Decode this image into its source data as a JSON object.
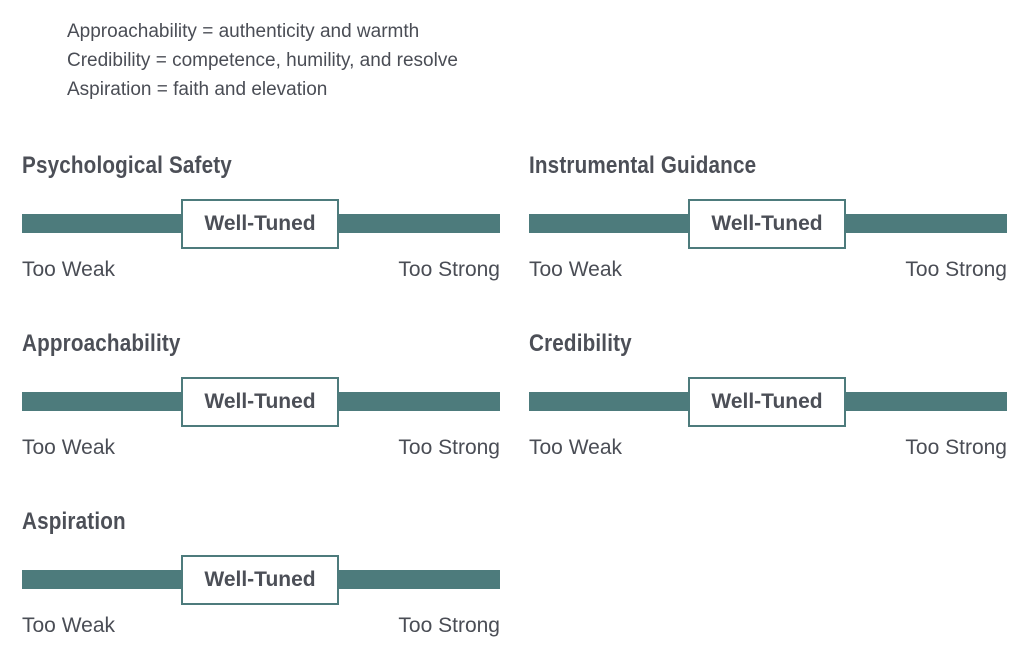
{
  "legend": [
    "Approachability = authenticity and warmth",
    "Credibility = competence, humility, and resolve",
    "Aspiration = faith and elevation"
  ],
  "scales": [
    {
      "title": "Psychological Safety",
      "center_label": "Well-Tuned",
      "low_label": "Too Weak",
      "high_label": "Too Strong"
    },
    {
      "title": "Instrumental Guidance",
      "center_label": "Well-Tuned",
      "low_label": "Too Weak",
      "high_label": "Too Strong"
    },
    {
      "title": "Approachability",
      "center_label": "Well-Tuned",
      "low_label": "Too Weak",
      "high_label": "Too Strong"
    },
    {
      "title": "Credibility",
      "center_label": "Well-Tuned",
      "low_label": "Too Weak",
      "high_label": "Too Strong"
    },
    {
      "title": "Aspiration",
      "center_label": "Well-Tuned",
      "low_label": "Too Weak",
      "high_label": "Too Strong"
    }
  ],
  "colors": {
    "bar": "#4d7b7c",
    "text": "#4a4d55"
  }
}
